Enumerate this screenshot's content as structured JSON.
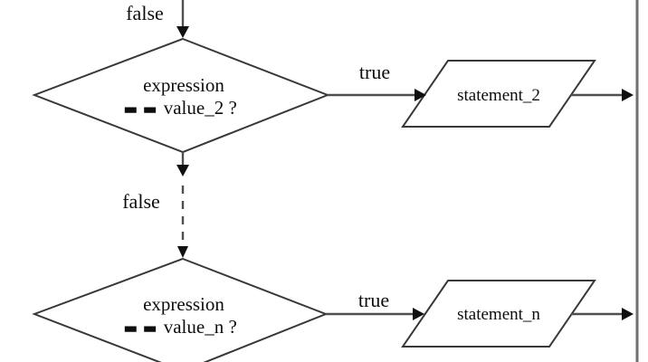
{
  "flowchart": {
    "colors": {
      "background": "#ffffff",
      "connector": "#4f4f4f",
      "arrowhead": "#101010",
      "shape_fill": "#ffffff",
      "shape_stroke": "#383838",
      "rail": "#6f6f6f",
      "text": "#0d0d0d"
    },
    "decisions": [
      {
        "line1": "expression",
        "operator": "▬ ▬",
        "line2": "value_2 ?"
      },
      {
        "line1": "expression",
        "operator": "▬ ▬",
        "line2": "value_n ?"
      }
    ],
    "processes": [
      {
        "label": "statement_2"
      },
      {
        "label": "statement_n"
      }
    ],
    "edge_labels": {
      "false_top": "false",
      "true_top": "true",
      "false_mid": "false",
      "true_bottom": "true"
    }
  }
}
